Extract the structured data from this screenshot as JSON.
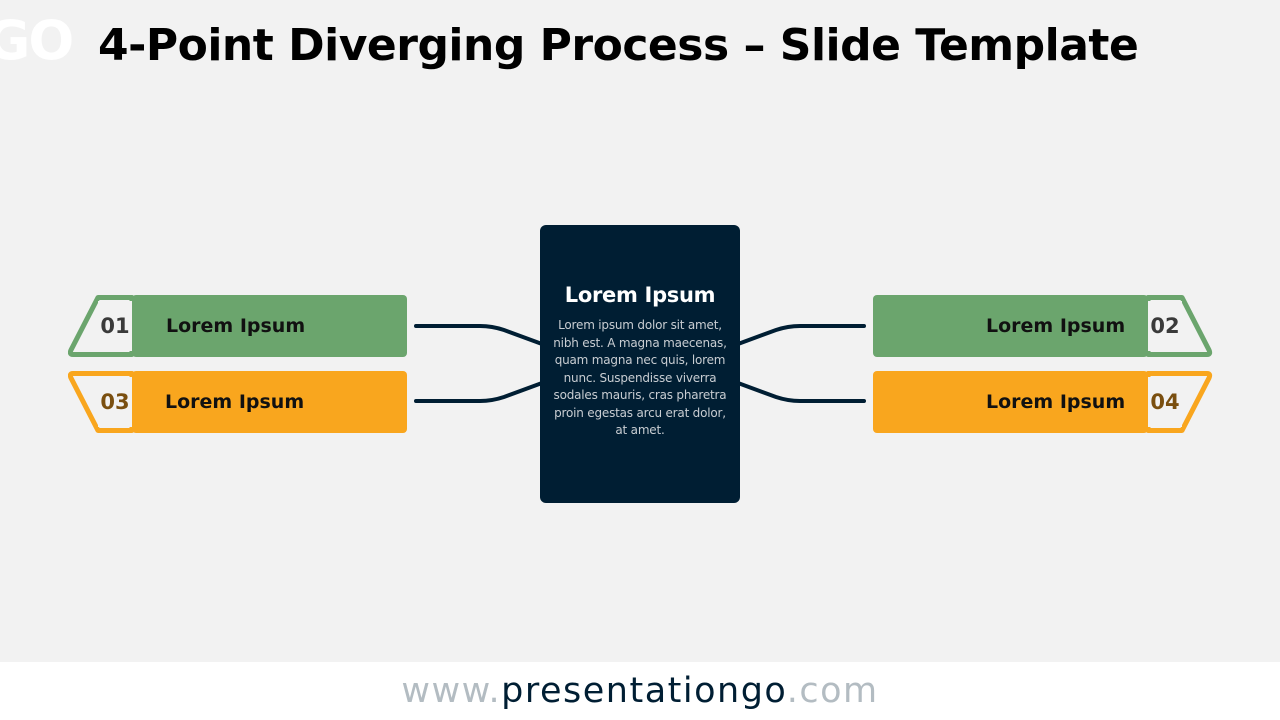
{
  "header": {
    "logo_text": "GO",
    "title": "4-Point Diverging Process – Slide Template"
  },
  "center": {
    "title": "Lorem Ipsum",
    "body": "Lorem ipsum dolor sit amet, nibh est. A magna maecenas, quam magna nec quis, lorem nunc. Suspendisse viverra sodales mauris, cras pharetra proin egestas arcu erat dolor, at amet."
  },
  "items": [
    {
      "number": "01",
      "label": "Lorem Ipsum",
      "color": "#6ba56d",
      "number_color": "#3a3a3a"
    },
    {
      "number": "02",
      "label": "Lorem Ipsum",
      "color": "#6ba56d",
      "number_color": "#3a3a3a"
    },
    {
      "number": "03",
      "label": "Lorem Ipsum",
      "color": "#f9a61e",
      "number_color": "#7a4f10"
    },
    {
      "number": "04",
      "label": "Lorem Ipsum",
      "color": "#f9a61e",
      "number_color": "#7a4f10"
    }
  ],
  "connector_color": "#001e33",
  "footer": {
    "prefix": "www.",
    "domain": "presentationgo",
    "suffix": ".com"
  }
}
